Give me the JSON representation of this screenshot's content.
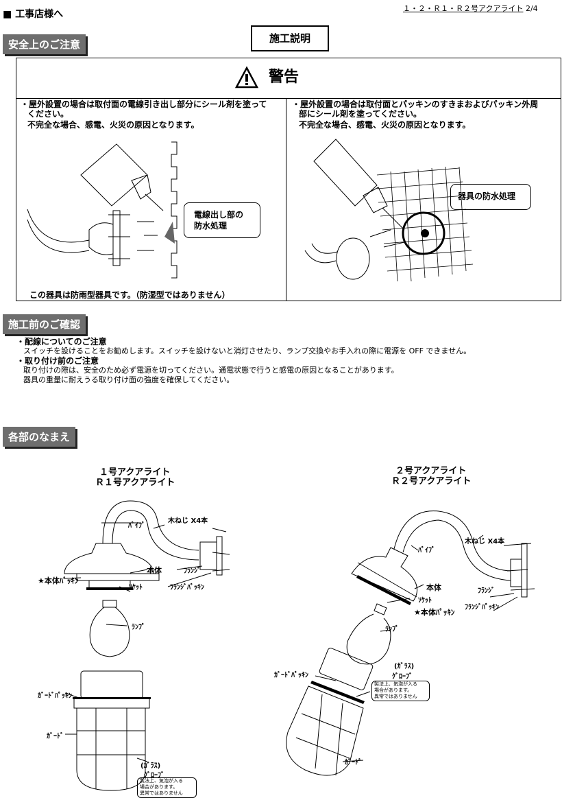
{
  "header": {
    "audience": "■ 工事店様へ",
    "page_ref": "１・２・Ｒ１・Ｒ２号アクアライト",
    "page_num": "2/4",
    "doc_title": "施工説明"
  },
  "safety": {
    "tag": "安全上のご注意",
    "warning_title": "警告",
    "left_bullet": "・屋外設置の場合は取付面の電線引き出し部分にシール剤を塗って",
    "left_bullet2": "ください。",
    "left_note": "不完全な場合、感電、火災の原因となります。",
    "left_callout_1": "電線出し部の",
    "left_callout_2": "防水処理",
    "left_footer": "この器具は防雨型器具です。（防湿型ではありません）",
    "right_bullet": "・屋外設置の場合は取付面とパッキンのすきまおよびパッキン外周",
    "right_bullet2": "部にシール剤を塗ってください。",
    "right_note": "不完全な場合、感電、火災の原因となります。",
    "right_callout": "器具の防水処理"
  },
  "precheck": {
    "tag": "施工前のご確認",
    "h1": "・配線についてのご注意",
    "p1": "スイッチを設けることをお勧めします。スイッチを設けないと消灯させたり、ランプ交換やお手入れの際に電源を OFF できません。",
    "h2": "・取り付け前のご注意",
    "p2": "取り付けの際は、安全のため必ず電源を切ってください。通電状態で行うと感電の原因となることがあります。",
    "p3": "器具の重量に耐えうる取り付け面の強度を確保してください。"
  },
  "parts": {
    "tag": "各部のなまえ",
    "left_title_1": "１号アクアライト",
    "left_title_2": "Ｒ１号アクアライト",
    "right_title": "２号アクアライト",
    "right_title_2": "Ｒ２号アクアライト",
    "pipe": "ﾊﾟｲﾌﾟ",
    "screws": "木ねじ X4本",
    "flange": "ﾌﾗﾝｼﾞ",
    "body": "本体",
    "body_packing": "★本体ﾊﾟｯｷﾝ",
    "socket": "ｿｹｯﾄ",
    "flange_packing": "ﾌﾗﾝｼﾞﾊﾟｯｷﾝ",
    "lamp": "ﾗﾝﾌﾟ",
    "guard_packing": "ｶﾞｰﾄﾞﾊﾟｯｷﾝ",
    "guard": "ｶﾞｰﾄﾞ",
    "glass_1": "(ｶﾞﾗｽ)",
    "glass_2": "ｸﾞﾛｰﾌﾞ",
    "bubble_1": "製法上、気泡が入る",
    "bubble_2": "場合があります。",
    "bubble_3": "異常ではありません"
  }
}
